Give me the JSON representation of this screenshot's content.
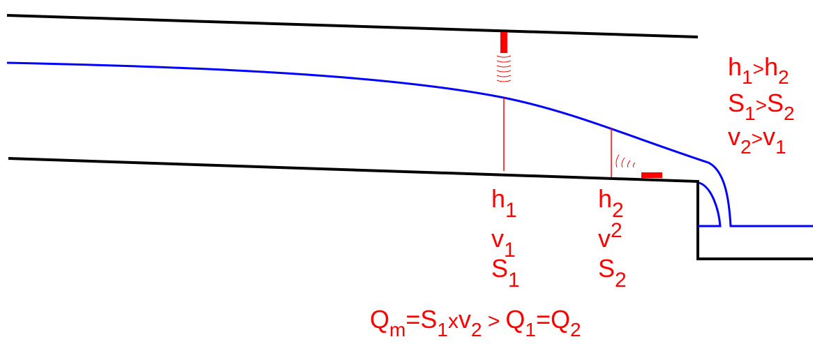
{
  "colors": {
    "channel": "#000000",
    "water_surface": "#0000ff",
    "annotation": "#ff0000",
    "background": "#ffffff"
  },
  "icons": {
    "top_sensor": "ultrasonic-sensor-icon",
    "bottom_sensor": "bottom-sensor-icon"
  },
  "section1": {
    "h": "h",
    "h_sub": "1",
    "v": "v",
    "v_sub": "1",
    "s": "S",
    "s_sub": "1"
  },
  "section2": {
    "h": "h",
    "h_sub": "2",
    "v": "v",
    "v_sub": "2",
    "s": "S",
    "s_sub": "2"
  },
  "relations": [
    {
      "a": "h",
      "a_sub": "1",
      "op": ">",
      "b": "h",
      "b_sub": "2"
    },
    {
      "a": "S",
      "a_sub": "1",
      "op": ">",
      "b": "S",
      "b_sub": "2"
    },
    {
      "a": "v",
      "a_sub": "2",
      "op": ">",
      "b": "v",
      "b_sub": "1"
    }
  ],
  "formula": {
    "q": "Q",
    "q_sub": "m",
    "eq": "=",
    "s": "S",
    "s_sub": "1",
    "times": "x",
    "v": "v",
    "v_sub": "2",
    "gt": " >",
    "q1": "Q",
    "q1_sub": "1",
    "eq2": "=",
    "q2": "Q",
    "q2_sub": "2"
  }
}
